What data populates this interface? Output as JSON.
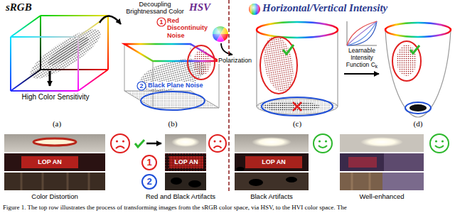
{
  "diagram": {
    "caption": "Figure 1. The top row illustrates the process of transforming images from the sRGB color space, via HSV, to the HVI color space. The",
    "labels": [
      "sRGB",
      "Decoupling Brightnessand Color",
      "HSV",
      "1",
      "Red Discontinuity Noise",
      "2",
      "Black Plane Noise",
      "Polarization",
      "Horizontal/Vertical Intensity",
      "Learnable Intensity Function C",
      "k",
      "High Color Sensitivity",
      "(a)",
      "(b)",
      "(c)",
      "(d)",
      "LOP AN",
      "1",
      "LOP AN",
      "2",
      "LOP AN",
      "Color Distortion",
      "Red and Black Artifacts",
      "Black Artifacts",
      "Well-enhanced"
    ]
  }
}
